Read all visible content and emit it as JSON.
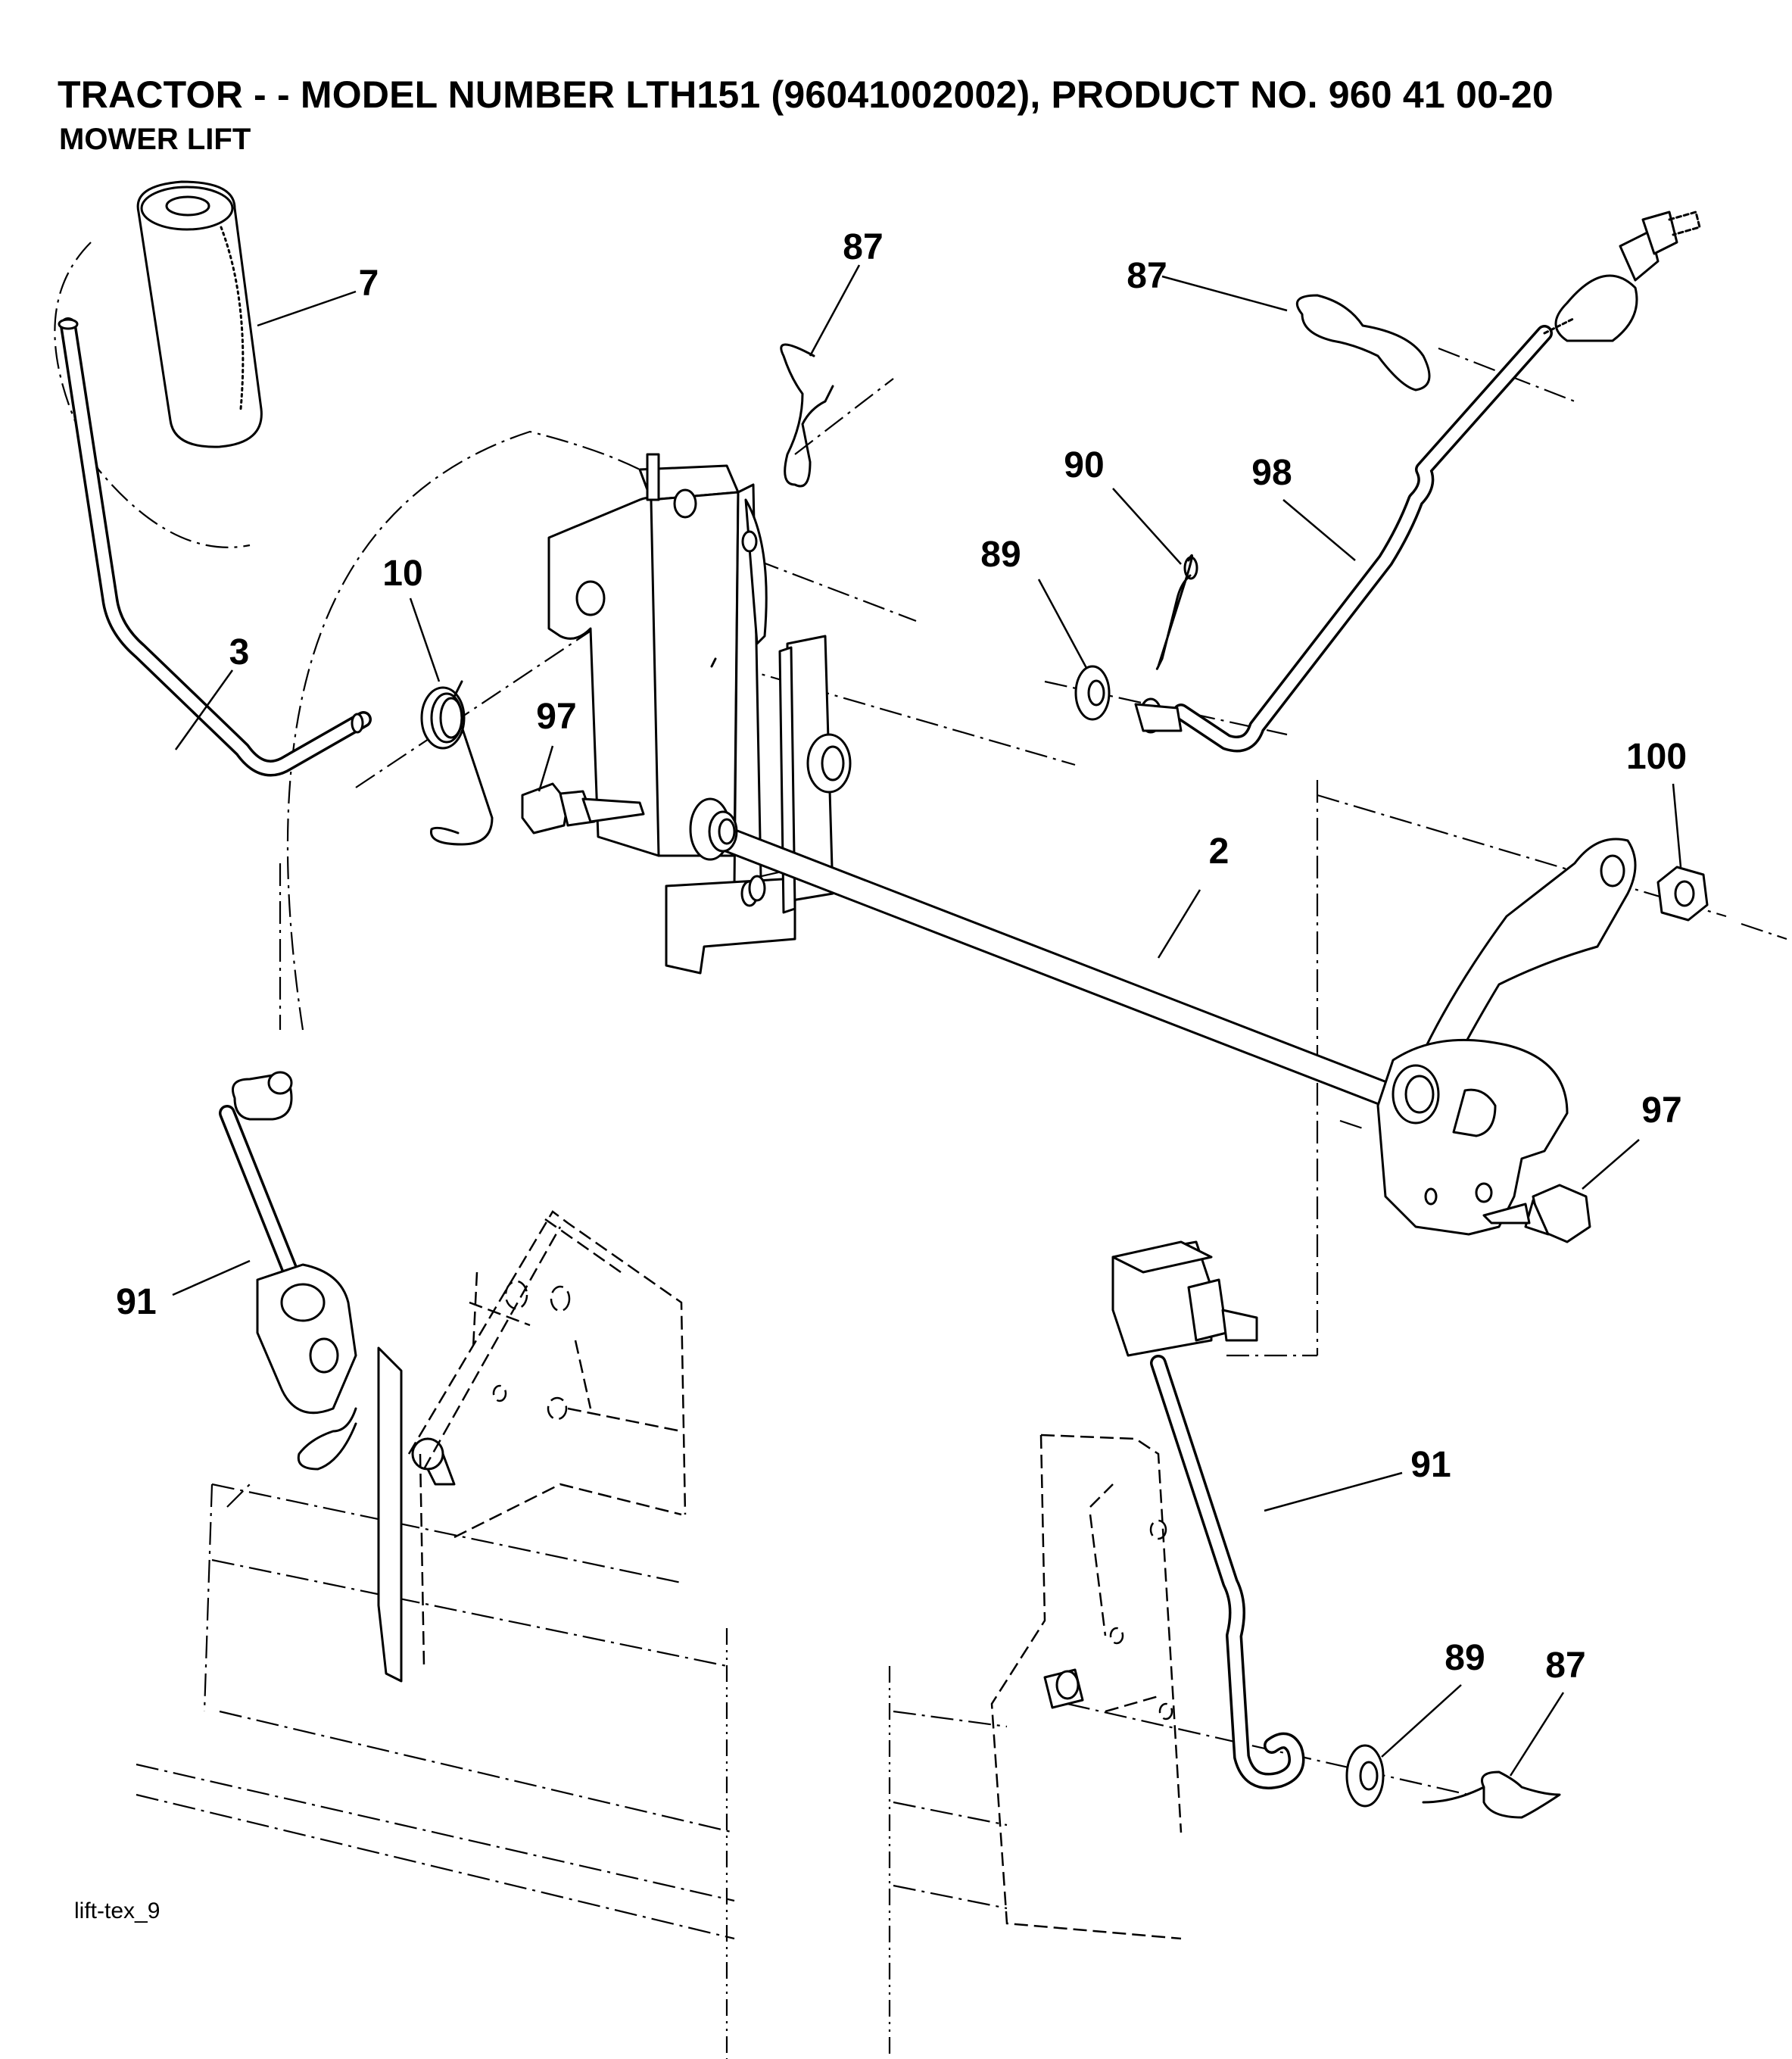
{
  "header": {
    "title": "TRACTOR - - MODEL NUMBER LTH151 (96041002002), PRODUCT NO. 960 41 00-20",
    "subtitle": "MOWER LIFT"
  },
  "footer": {
    "drawing_ref": "lift-tex_9"
  },
  "callouts": [
    {
      "id": "c7",
      "label": "7"
    },
    {
      "id": "c87a",
      "label": "87"
    },
    {
      "id": "c87b",
      "label": "87"
    },
    {
      "id": "c90",
      "label": "90"
    },
    {
      "id": "c98",
      "label": "98"
    },
    {
      "id": "c89a",
      "label": "89"
    },
    {
      "id": "c10",
      "label": "10"
    },
    {
      "id": "c3",
      "label": "3"
    },
    {
      "id": "c97a",
      "label": "97"
    },
    {
      "id": "c100",
      "label": "100"
    },
    {
      "id": "c2",
      "label": "2"
    },
    {
      "id": "c97b",
      "label": "97"
    },
    {
      "id": "c91a",
      "label": "91"
    },
    {
      "id": "c91b",
      "label": "91"
    },
    {
      "id": "c89b",
      "label": "89"
    },
    {
      "id": "c87c",
      "label": "87"
    }
  ]
}
